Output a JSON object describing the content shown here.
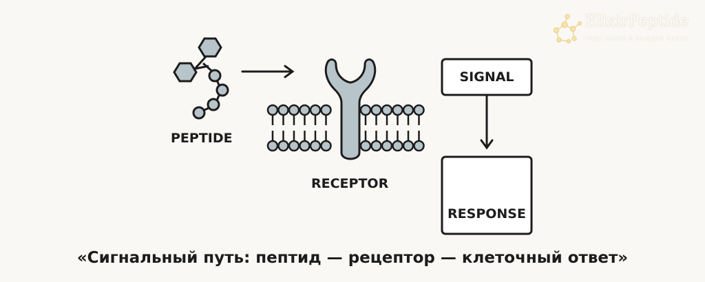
{
  "diagram": {
    "peptide_label": "PEPTIDE",
    "receptor_label": "RECEPTOR",
    "signal_label": "SIGNAL",
    "response_label": "RESPONSE",
    "caption": "«Сигнальный путь: пептид — рецептор — клеточный ответ»"
  },
  "logo": {
    "name": "ElixirPeptide",
    "tagline": "ЧУДО НАУКИ В КАЖДОЙ КАПЛЕ"
  },
  "colors": {
    "line": "#1c1c1c",
    "shape_fill": "#b7c4c9",
    "background": "#faf8f4",
    "logo_gold": "#e8b84a"
  }
}
